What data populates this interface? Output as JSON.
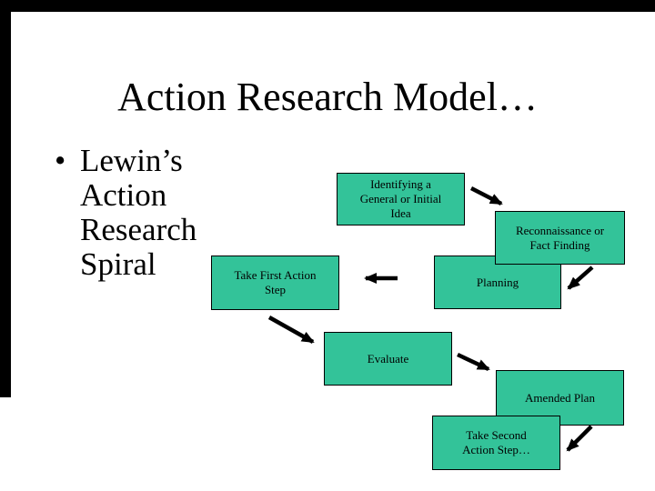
{
  "slide": {
    "title": "Action Research Model…",
    "background_color": "#ffffff",
    "frame_color": "#000000"
  },
  "bullet": {
    "marker": "•",
    "text": "Lewin's Action Research Spiral",
    "lines": [
      "Lewin’s",
      "Action",
      "Research",
      "Spiral"
    ]
  },
  "diagram": {
    "box_fill_color": "#33c399",
    "box_border_color": "#000000",
    "arrow_color": "#000000",
    "boxes": {
      "identify": {
        "lines": [
          "Identifying a",
          "General or Initial",
          "Idea"
        ]
      },
      "recon": {
        "lines": [
          "Reconnaissance or",
          "Fact Finding"
        ]
      },
      "planning": {
        "lines": [
          "Planning"
        ]
      },
      "first_action": {
        "lines": [
          "Take First Action",
          "Step"
        ]
      },
      "evaluate": {
        "lines": [
          "Evaluate"
        ]
      },
      "amended": {
        "lines": [
          "Amended Plan"
        ]
      },
      "second_action": {
        "lines": [
          "Take Second",
          "Action Step…"
        ]
      }
    },
    "connections": [
      {
        "from": "identify",
        "to": "recon"
      },
      {
        "from": "recon",
        "to": "planning"
      },
      {
        "from": "planning",
        "to": "first_action"
      },
      {
        "from": "first_action",
        "to": "evaluate"
      },
      {
        "from": "evaluate",
        "to": "amended"
      },
      {
        "from": "amended",
        "to": "second_action"
      }
    ]
  }
}
